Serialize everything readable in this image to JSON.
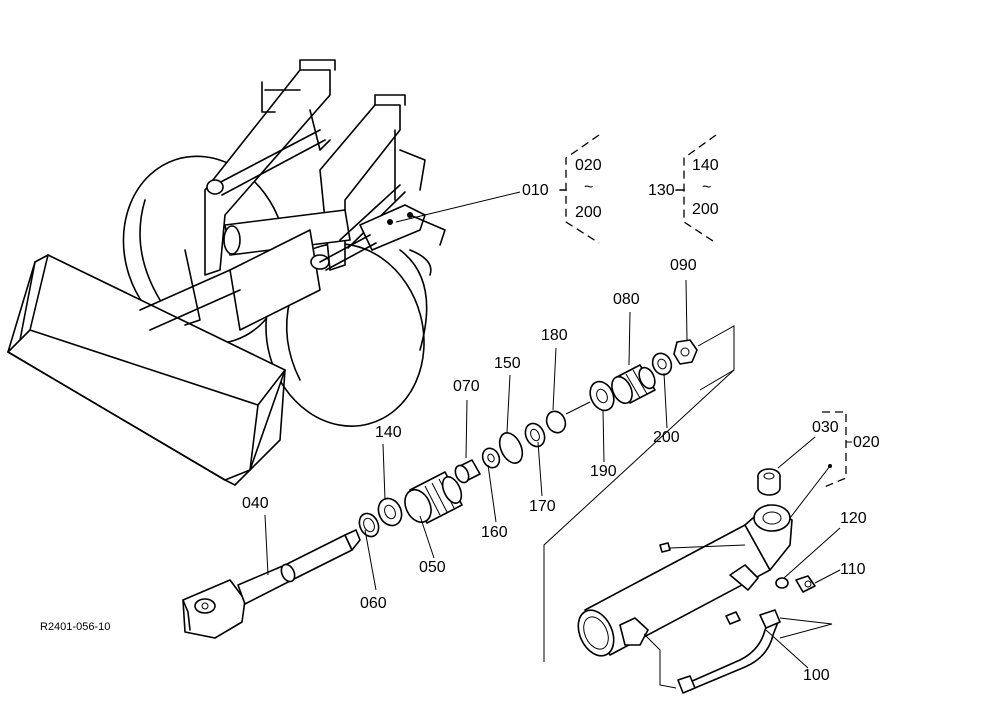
{
  "diagram": {
    "reference": "R2401-056-10",
    "range_separator": "~",
    "callouts": {
      "p010": "010",
      "p020_top": "020",
      "p200_top": "200",
      "p130": "130",
      "p140_top": "140",
      "p200_top2": "200",
      "p090": "090",
      "p080": "080",
      "p180": "180",
      "p150": "150",
      "p070": "070",
      "p140": "140",
      "p040": "040",
      "p050": "050",
      "p060": "060",
      "p160": "160",
      "p170": "170",
      "p190": "190",
      "p200": "200",
      "p030": "030",
      "p020": "020",
      "p120": "120",
      "p110": "110",
      "p100": "100"
    }
  }
}
